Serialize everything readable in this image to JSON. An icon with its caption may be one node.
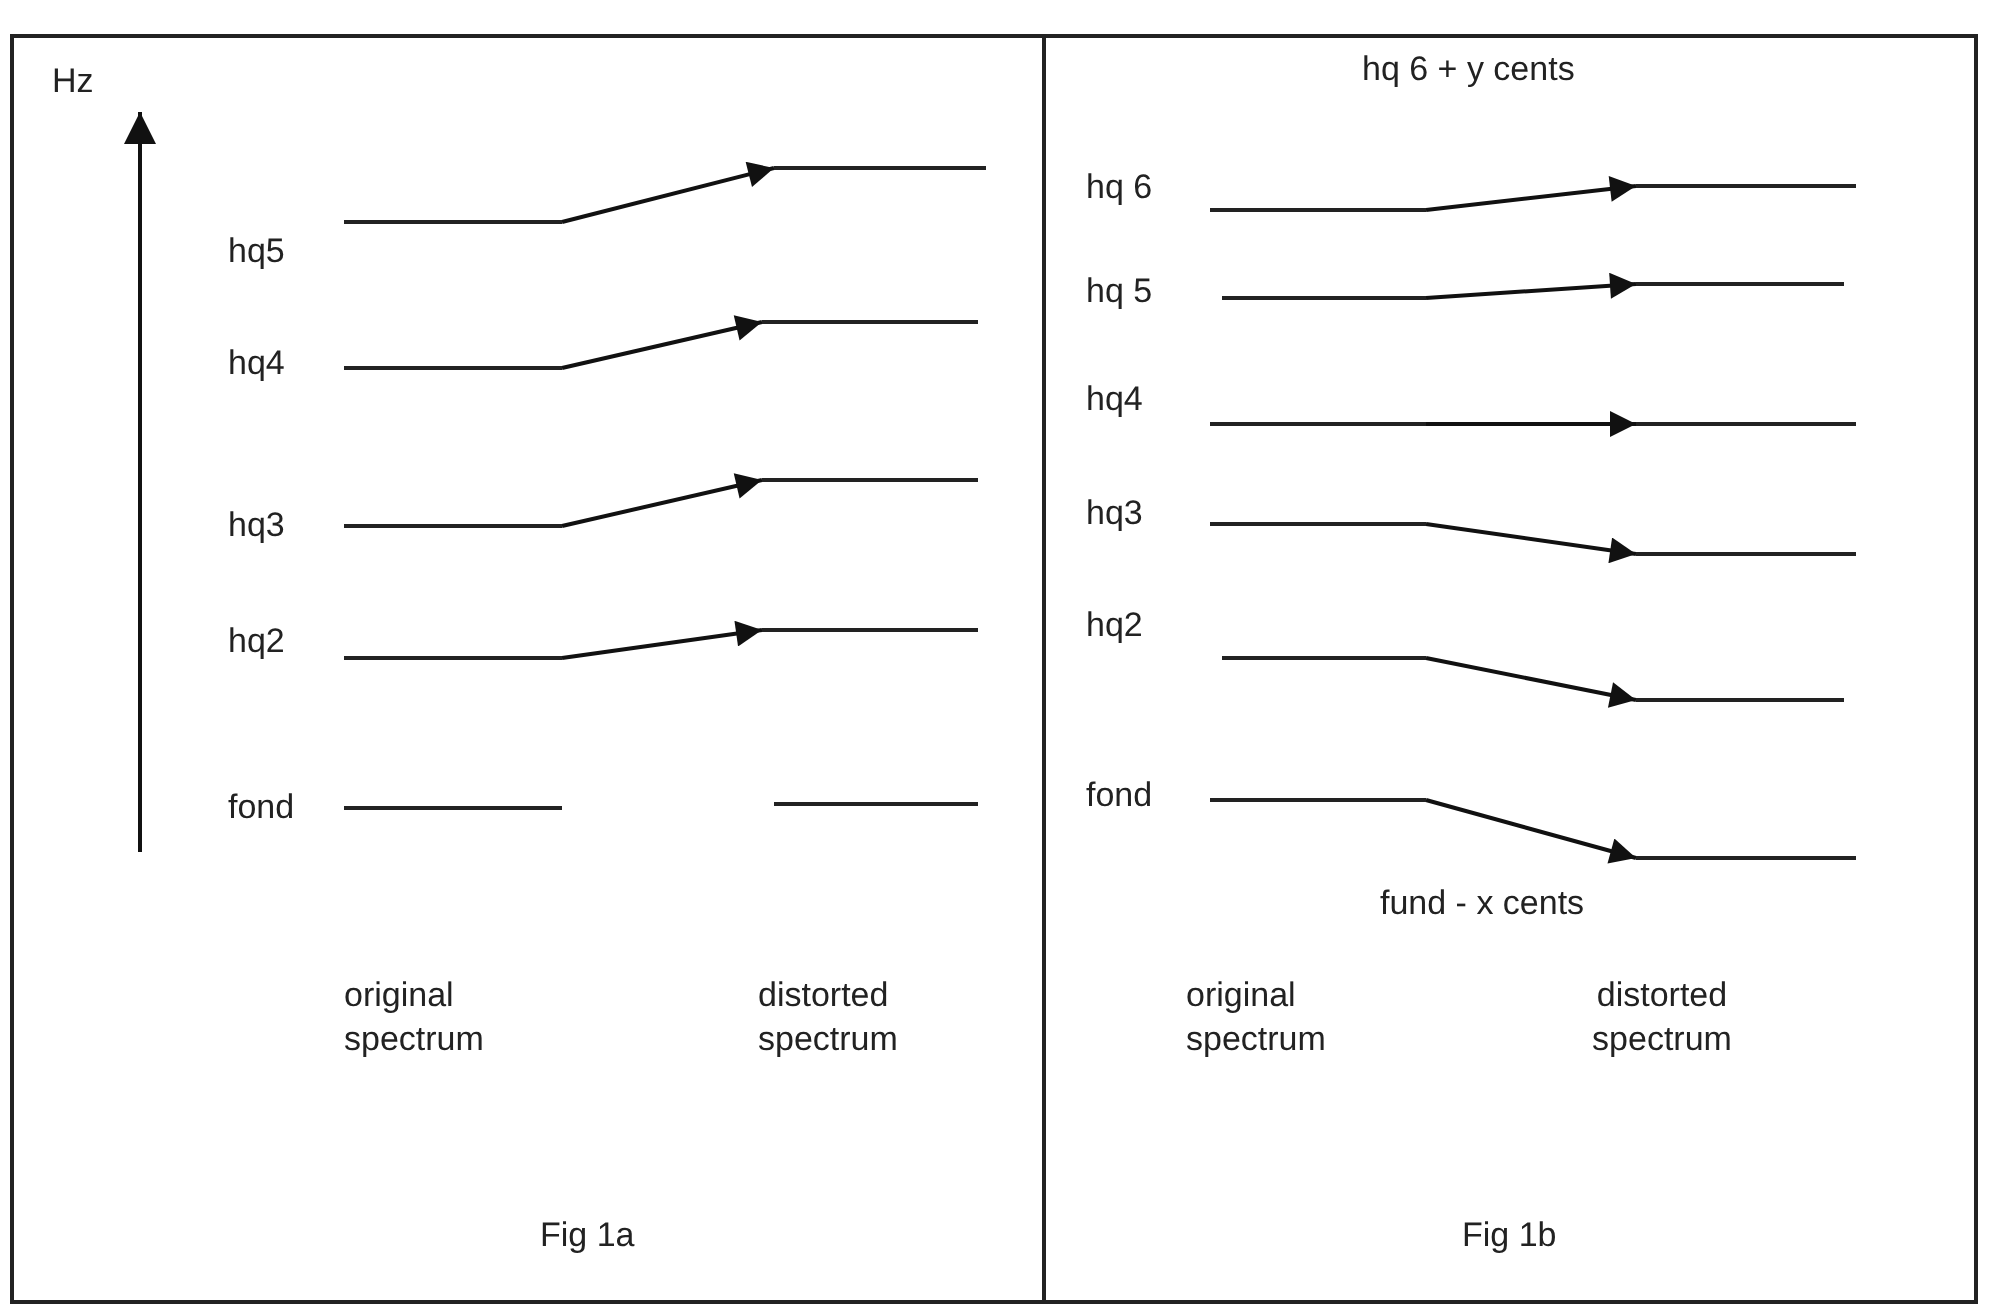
{
  "diagram": {
    "nodes": [
      {
        "text": [
          "hq5"
        ]
      },
      {
        "text": [
          "hq4"
        ]
      },
      {
        "text": [
          "hq3"
        ]
      },
      {
        "text": [
          "hq2"
        ]
      },
      {
        "text": [
          "fond"
        ]
      },
      {
        "text": [],
        "shape": "bar"
      },
      {
        "text": [],
        "shape": "bar"
      },
      {
        "text": [],
        "shape": "bar"
      },
      {
        "text": [],
        "shape": "bar"
      },
      {
        "text": [],
        "shape": "bar"
      },
      {
        "text": [
          "hq 6"
        ]
      },
      {
        "text": [
          "hq 5"
        ]
      },
      {
        "text": [
          "hq4"
        ]
      },
      {
        "text": [
          "hq3"
        ]
      },
      {
        "text": [
          "hq2"
        ]
      },
      {
        "text": [
          "fond"
        ]
      },
      {
        "text": [],
        "shape": "bar",
        "beside": [
          "hq 6 + y cents"
        ]
      },
      {
        "text": [],
        "shape": "bar"
      },
      {
        "text": [],
        "shape": "bar"
      },
      {
        "text": [],
        "shape": "bar"
      },
      {
        "text": [],
        "shape": "bar"
      },
      {
        "text": [],
        "shape": "bar",
        "beside": [
          "fund - x cents"
        ]
      }
    ],
    "edges": [
      {
        "from": 0,
        "to": 5,
        "arrow": "to"
      },
      {
        "from": 1,
        "to": 6,
        "arrow": "to"
      },
      {
        "from": 2,
        "to": 7,
        "arrow": "to"
      },
      {
        "from": 3,
        "to": 8,
        "arrow": "to"
      },
      {
        "from": 10,
        "to": 16,
        "arrow": "to"
      },
      {
        "from": 11,
        "to": 17,
        "arrow": "to"
      },
      {
        "from": 12,
        "to": 18,
        "arrow": "to"
      },
      {
        "from": 13,
        "to": 19,
        "arrow": "to"
      },
      {
        "from": 14,
        "to": 20,
        "arrow": "to"
      },
      {
        "from": 15,
        "to": 21,
        "arrow": "to"
      }
    ],
    "labels": [
      "Hz",
      "original spectrum",
      "distorted spectrum",
      "Fig 1a",
      "original spectrum",
      "distorted spectrum",
      "Fig 1b"
    ]
  }
}
